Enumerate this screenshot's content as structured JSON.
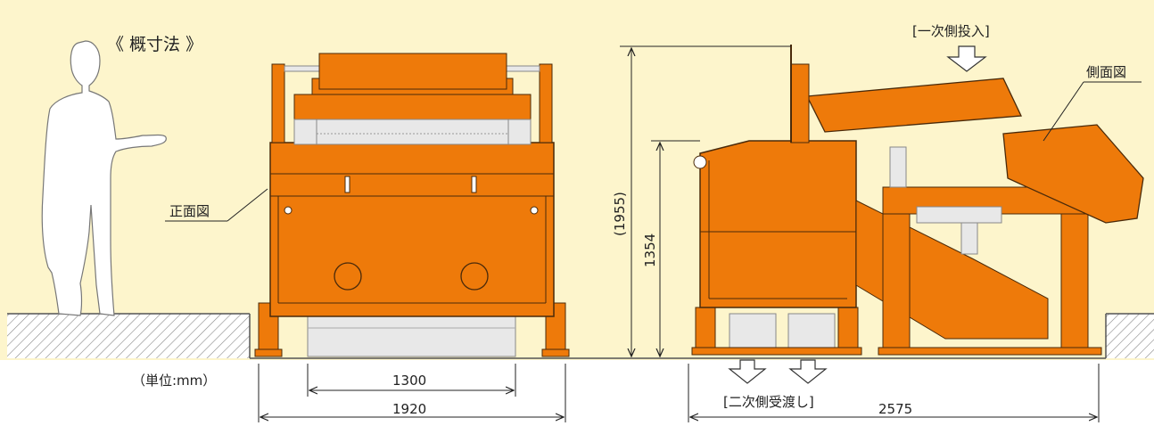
{
  "title": "《 概寸法 》",
  "labels": {
    "front_view": "正面図",
    "side_view": "側面図",
    "primary_input": "[一次側投入]",
    "secondary_output": "[二次側受渡し]",
    "unit": "（単位:mm）"
  },
  "dimensions": {
    "width_inner": "1300",
    "width_total": "1920",
    "depth_total": "2575",
    "height_body": "1354",
    "height_total": "(1955)"
  },
  "colors": {
    "background": "#fdf5cc",
    "machine": "#ee7a0a",
    "outline": "#4a2a0a",
    "steel": "#e8e8e8",
    "silhouette": "#ffffff"
  }
}
